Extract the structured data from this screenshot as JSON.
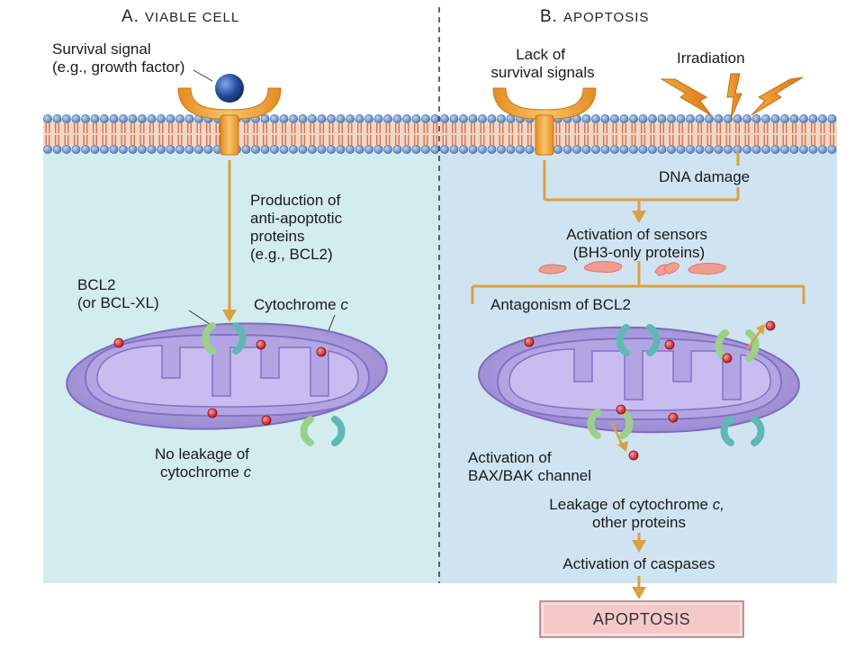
{
  "panel_a": {
    "title_letter": "A.",
    "title_rest": "VIABLE CELL",
    "survival_signal": [
      "Survival signal",
      "(e.g., growth factor)"
    ],
    "production": [
      "Production of",
      "anti-apoptotic",
      "proteins",
      "(e.g., BCL2)"
    ],
    "bcl2": [
      "BCL2",
      "(or BCL-XL)"
    ],
    "cytochrome_label": "Cytochrome ",
    "cytochrome_c": "c",
    "no_leakage": [
      "No leakage of",
      "cytochrome "
    ],
    "no_leakage_c": "c"
  },
  "panel_b": {
    "title_letter": "B.",
    "title_rest": "APOPTOSIS",
    "lack_of": [
      "Lack of",
      "survival signals"
    ],
    "irradiation": "Irradiation",
    "dna_damage": "DNA damage",
    "activation_sensors": [
      "Activation of sensors",
      "(BH3-only proteins)"
    ],
    "antagonism": "Antagonism of BCL2",
    "bax_bak": [
      "Activation of",
      "BAX/BAK channel"
    ],
    "leakage": [
      "Leakage of cytochrome ",
      "other proteins"
    ],
    "leakage_c": "c,",
    "caspases": "Activation of caspases",
    "apoptosis_box": "APOPTOSIS"
  },
  "colors": {
    "panel_a_bg": "#d3ecf0",
    "panel_b_bg": "#d0e3f1",
    "membrane_head": "#6f9ccf",
    "membrane_tail": "#d06a4c",
    "receptor": "#f2a93a",
    "arrow": "#d9a13f",
    "mito_outer": "#a596d4",
    "mito_inner": "#8a78c4",
    "bcl2_green": "#9bd08a",
    "bcl2_teal": "#5fb8b3",
    "cytochrome": "#d8262c",
    "bh3": "#ef9d90",
    "apoptosis_box": "#f6c9c9"
  }
}
